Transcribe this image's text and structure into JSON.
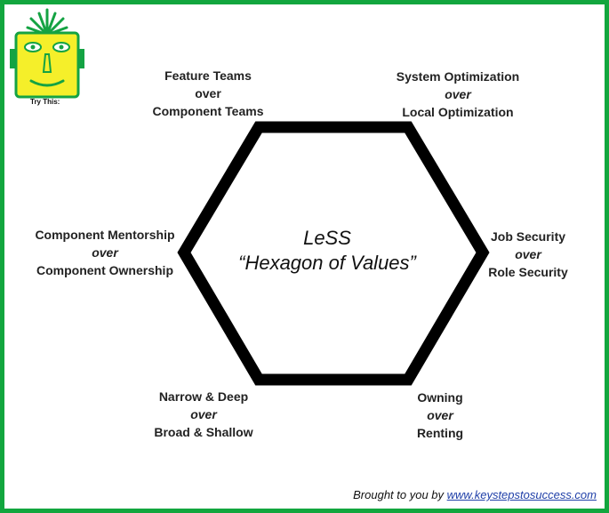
{
  "logo": {
    "icon": "robot-head-icon",
    "label": "Try This:",
    "colors": {
      "face": "#f5ef2a",
      "outline": "#14a343"
    }
  },
  "diagram": {
    "title_line1": "LeSS",
    "title_line2": "“Hexagon of Values”",
    "values": [
      {
        "preferred": "Feature Teams",
        "connector": "over",
        "other": "Component Teams"
      },
      {
        "preferred": "System Optimization",
        "connector": "over",
        "other": "Local Optimization"
      },
      {
        "preferred": "Job Security",
        "connector": "over",
        "other": "Role Security"
      },
      {
        "preferred": "Owning",
        "connector": "over",
        "other": "Renting"
      },
      {
        "preferred": "Narrow & Deep",
        "connector": "over",
        "other": "Broad & Shallow"
      },
      {
        "preferred": "Component Mentorship",
        "connector": "over",
        "other": "Component Ownership"
      }
    ]
  },
  "footer": {
    "text": "Brought to you by ",
    "link_text": "www.keystepstosuccess.com"
  },
  "colors": {
    "border": "#12a63e",
    "hexagon": "#000000",
    "link": "#1f3fa8"
  }
}
